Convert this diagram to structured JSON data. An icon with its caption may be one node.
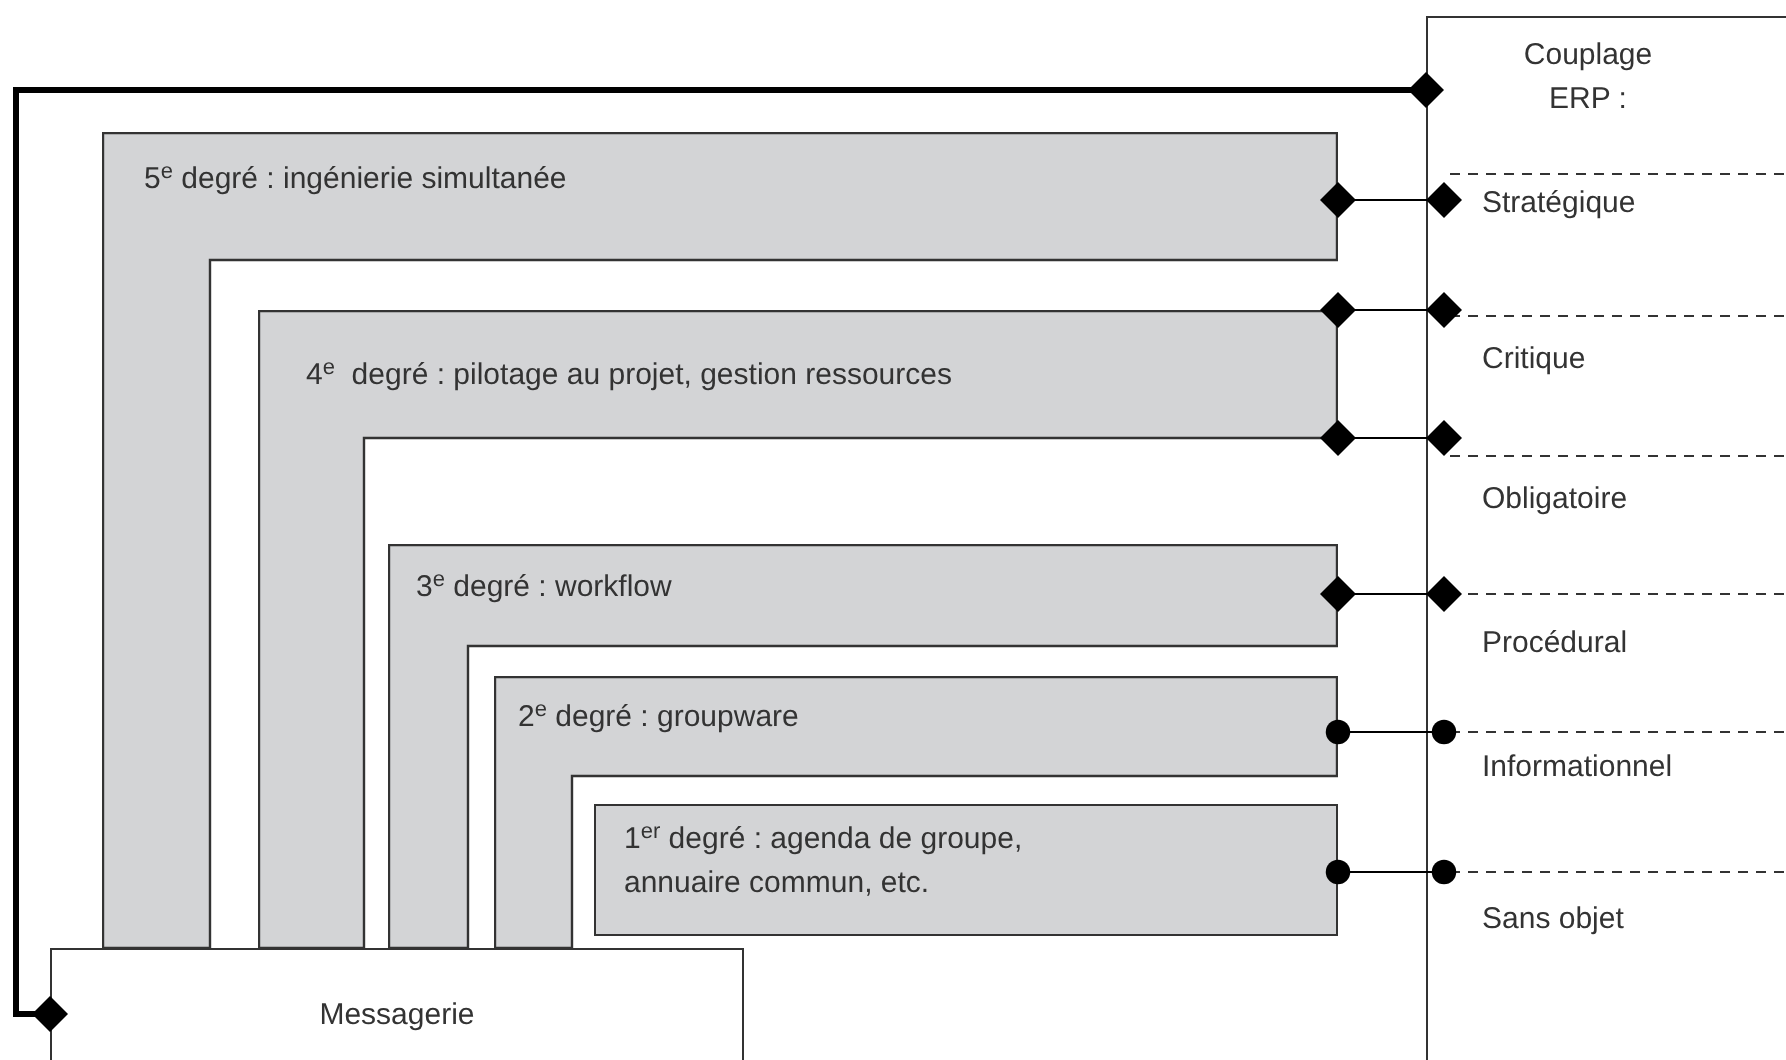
{
  "diagram": {
    "nodes": [
      {
        "text": [
          "5$^{e}$ degré : ingénierie simultanée"
        ]
      },
      {
        "text": [
          "4$^{e}$  degré : pilotage au projet, gestion ressources"
        ]
      },
      {
        "text": [
          "3$^{e}$ degré : workflow"
        ]
      },
      {
        "text": [
          "2$^{e}$ degré : groupware"
        ]
      },
      {
        "text": [
          "1$^{er}$ degré : agenda de groupe, annuaire commun, etc."
        ]
      },
      {
        "text": [
          "Messagerie"
        ]
      },
      {
        "text": [
          "Couplage ERP :"
        ]
      },
      {
        "text": [
          "Stratégique"
        ],
        "in": 6
      },
      {
        "text": [
          "Critique"
        ],
        "in": 6
      },
      {
        "text": [
          "Obligatoire"
        ],
        "in": 6
      },
      {
        "text": [
          "Procédural"
        ],
        "in": 6
      },
      {
        "text": [
          "Informationnel"
        ],
        "in": 6
      },
      {
        "text": [
          "Sans objet"
        ],
        "in": 6
      }
    ],
    "edges": [
      {
        "from": 5,
        "to": 6,
        "arrow": "other",
        "style": "thick"
      },
      {
        "from": 0,
        "to": 7,
        "arrow": "other"
      },
      {
        "from": 1,
        "to": 8,
        "arrow": "other"
      },
      {
        "from": 1,
        "to": 9,
        "arrow": "other"
      },
      {
        "from": 2,
        "to": 10,
        "arrow": "other"
      },
      {
        "from": 3,
        "to": 11,
        "arrow": "other"
      },
      {
        "from": 4,
        "to": 12,
        "arrow": "other"
      }
    ]
  }
}
